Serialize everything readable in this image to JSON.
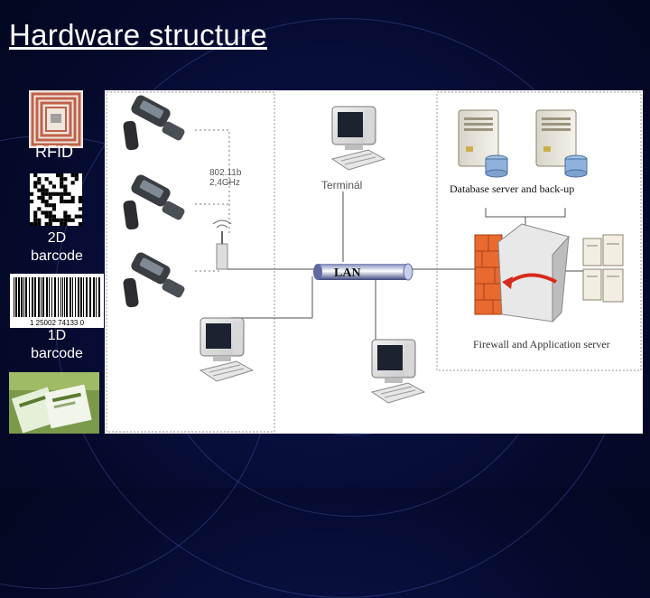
{
  "slide": {
    "title": "Hardware structure"
  },
  "sidebar": {
    "rfid_label": "RFID",
    "barcode2d_label": "2D\nbarcode",
    "barcode1d_label": "1D\nbarcode",
    "barcode1d_digits": "1 25002 74133 0"
  },
  "diagram": {
    "wireless_label": "802.11b\n2,4GHz",
    "terminal_label": "Terminál",
    "db_label": "Database server and back-up",
    "lan_label": "LAN",
    "firewall_label": "Firewall and Application server"
  },
  "colors": {
    "background": "#050a2c",
    "title": "#ffffff",
    "diagram_bg": "#ffffff"
  }
}
